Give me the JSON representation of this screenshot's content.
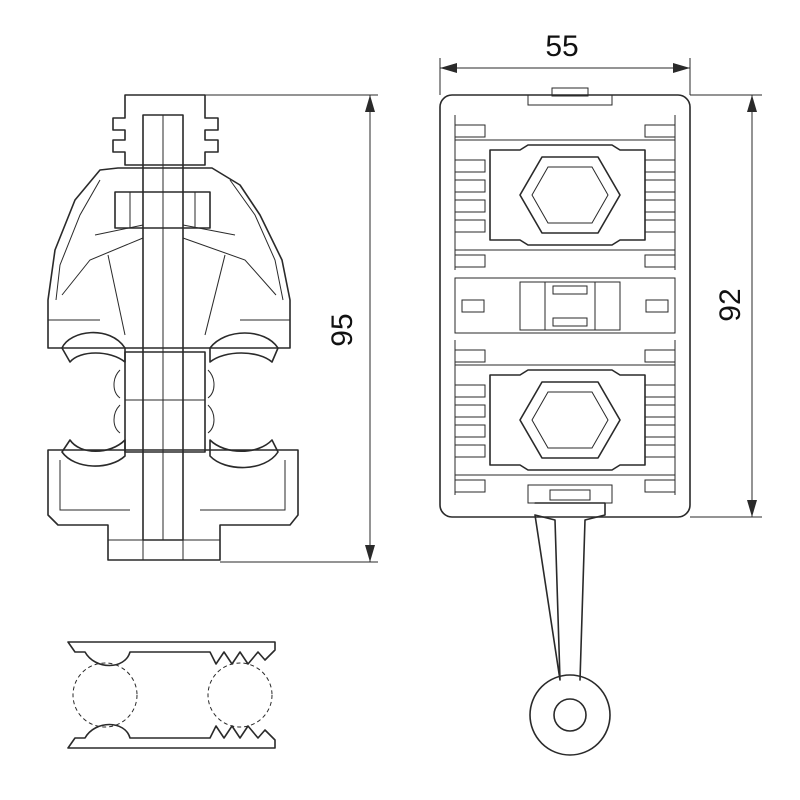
{
  "drawing": {
    "dimensions": {
      "height_side_view": "95",
      "width_front_view": "55",
      "height_front_view": "92"
    }
  }
}
